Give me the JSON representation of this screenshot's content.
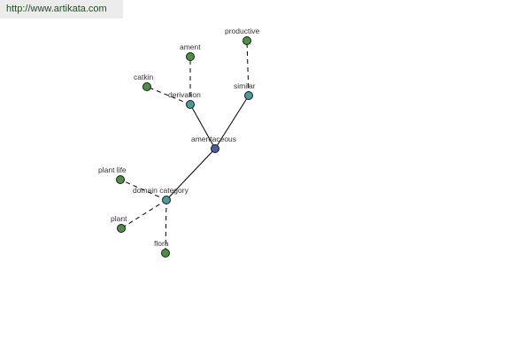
{
  "banner": {
    "url_text": "http://www.artikata.com"
  },
  "colors": {
    "root": "#4a5ea0",
    "relation": "#4a9a9a",
    "leaf": "#4e8f45",
    "banner_bg": "#ececec",
    "banner_text": "#1f4f1f"
  },
  "graph": {
    "nodes": [
      {
        "id": "amentaceous",
        "label": "amentaceous",
        "kind": "root"
      },
      {
        "id": "derivation",
        "label": "derivation",
        "kind": "relation"
      },
      {
        "id": "similar",
        "label": "similar",
        "kind": "relation"
      },
      {
        "id": "domain-category",
        "label": "domain category",
        "kind": "relation"
      },
      {
        "id": "ament",
        "label": "ament",
        "kind": "leaf"
      },
      {
        "id": "catkin",
        "label": "catkin",
        "kind": "leaf"
      },
      {
        "id": "productive",
        "label": "productive",
        "kind": "leaf"
      },
      {
        "id": "plant-life",
        "label": "plant life",
        "kind": "leaf"
      },
      {
        "id": "plant",
        "label": "plant",
        "kind": "leaf"
      },
      {
        "id": "flora",
        "label": "flora",
        "kind": "leaf"
      }
    ],
    "edges": [
      {
        "from": "amentaceous",
        "to": "derivation",
        "style": "solid"
      },
      {
        "from": "amentaceous",
        "to": "similar",
        "style": "solid"
      },
      {
        "from": "amentaceous",
        "to": "domain-category",
        "style": "solid"
      },
      {
        "from": "derivation",
        "to": "ament",
        "style": "dashed"
      },
      {
        "from": "derivation",
        "to": "catkin",
        "style": "dashed"
      },
      {
        "from": "similar",
        "to": "productive",
        "style": "dashed"
      },
      {
        "from": "domain-category",
        "to": "plant-life",
        "style": "dashed"
      },
      {
        "from": "domain-category",
        "to": "plant",
        "style": "dashed"
      },
      {
        "from": "domain-category",
        "to": "flora",
        "style": "dashed"
      }
    ]
  }
}
